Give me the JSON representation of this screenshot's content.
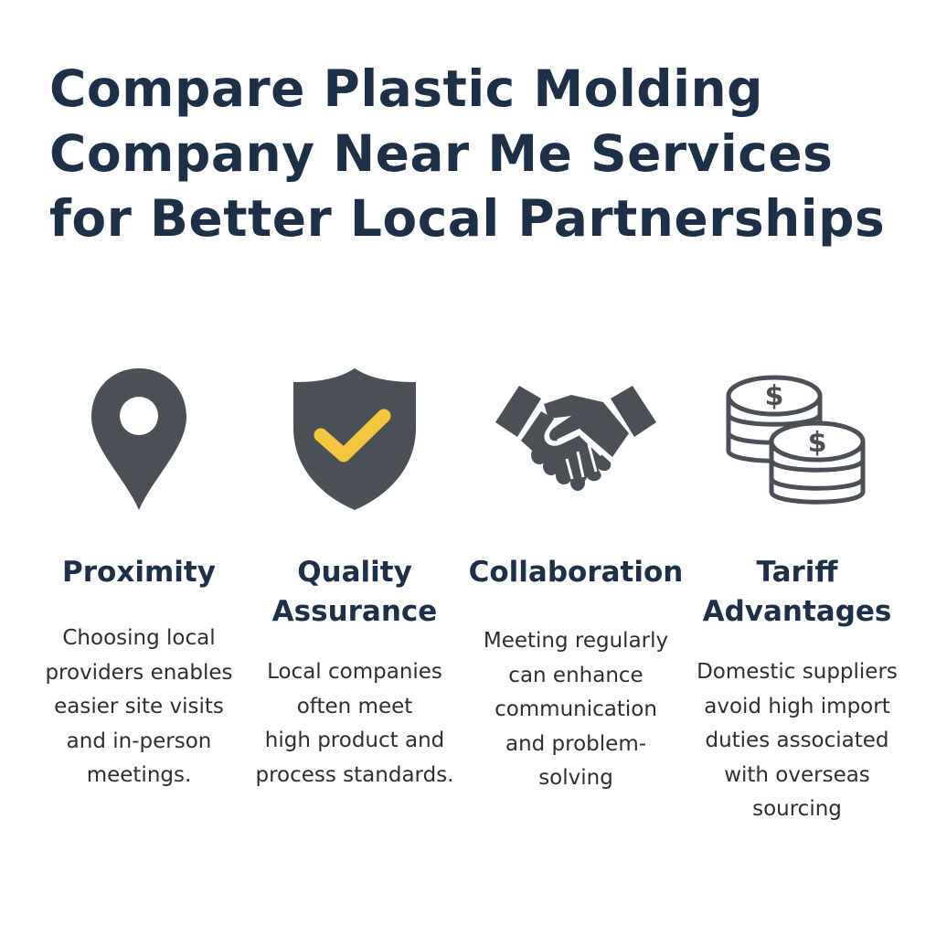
{
  "title": {
    "lines": [
      "Compare Plastic Molding",
      "Company Near Me Services",
      "for Better Local Partnerships"
    ]
  },
  "colors": {
    "title": "#1d3047",
    "icon": "#4b5057",
    "accent": "#f4c53f"
  },
  "features": [
    {
      "icon": "map-pin-icon",
      "heading": [
        "Proximity"
      ],
      "body": [
        "Choosing local",
        "providers enables",
        "easier site visits",
        "and in-person",
        "meetings."
      ]
    },
    {
      "icon": "shield-check-icon",
      "heading": [
        "Quality",
        "Assurance"
      ],
      "body": [
        "Local companies",
        "often meet",
        "high product and",
        "process standards."
      ]
    },
    {
      "icon": "handshake-icon",
      "heading": [
        "Collaboration"
      ],
      "body": [
        "Meeting regularly",
        "can enhance",
        "communication",
        "and problem-",
        "solving"
      ]
    },
    {
      "icon": "coins-icon",
      "heading": [
        "Tariff",
        "Advantages"
      ],
      "body": [
        "Domestic suppliers",
        "avoid high import",
        "duties associated",
        "with overseas",
        "sourcing"
      ]
    }
  ]
}
